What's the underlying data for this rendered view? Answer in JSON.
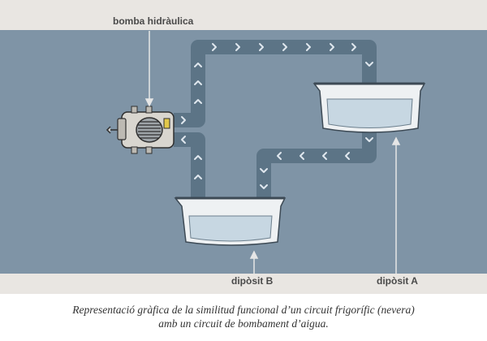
{
  "labels": {
    "pump": "bomba hidràulica",
    "tank_b": "dipòsit B",
    "tank_a": "dipòsit A"
  },
  "caption": {
    "line1": "Representació gràfica de la similitud funcional d’un circuit frigorífic (nevera)",
    "line2": "amb un circuit de bombament d’aigua."
  },
  "colors": {
    "background": "#7f94a6",
    "band": "#e9e6e2",
    "pipe": "#5c7486",
    "arrow": "#dfe7ee",
    "water": "#c7d7e2"
  },
  "icons": [
    "hydraulic-pump-icon",
    "water-tank-icon",
    "flow-arrow-icon",
    "pointer-line-icon"
  ]
}
